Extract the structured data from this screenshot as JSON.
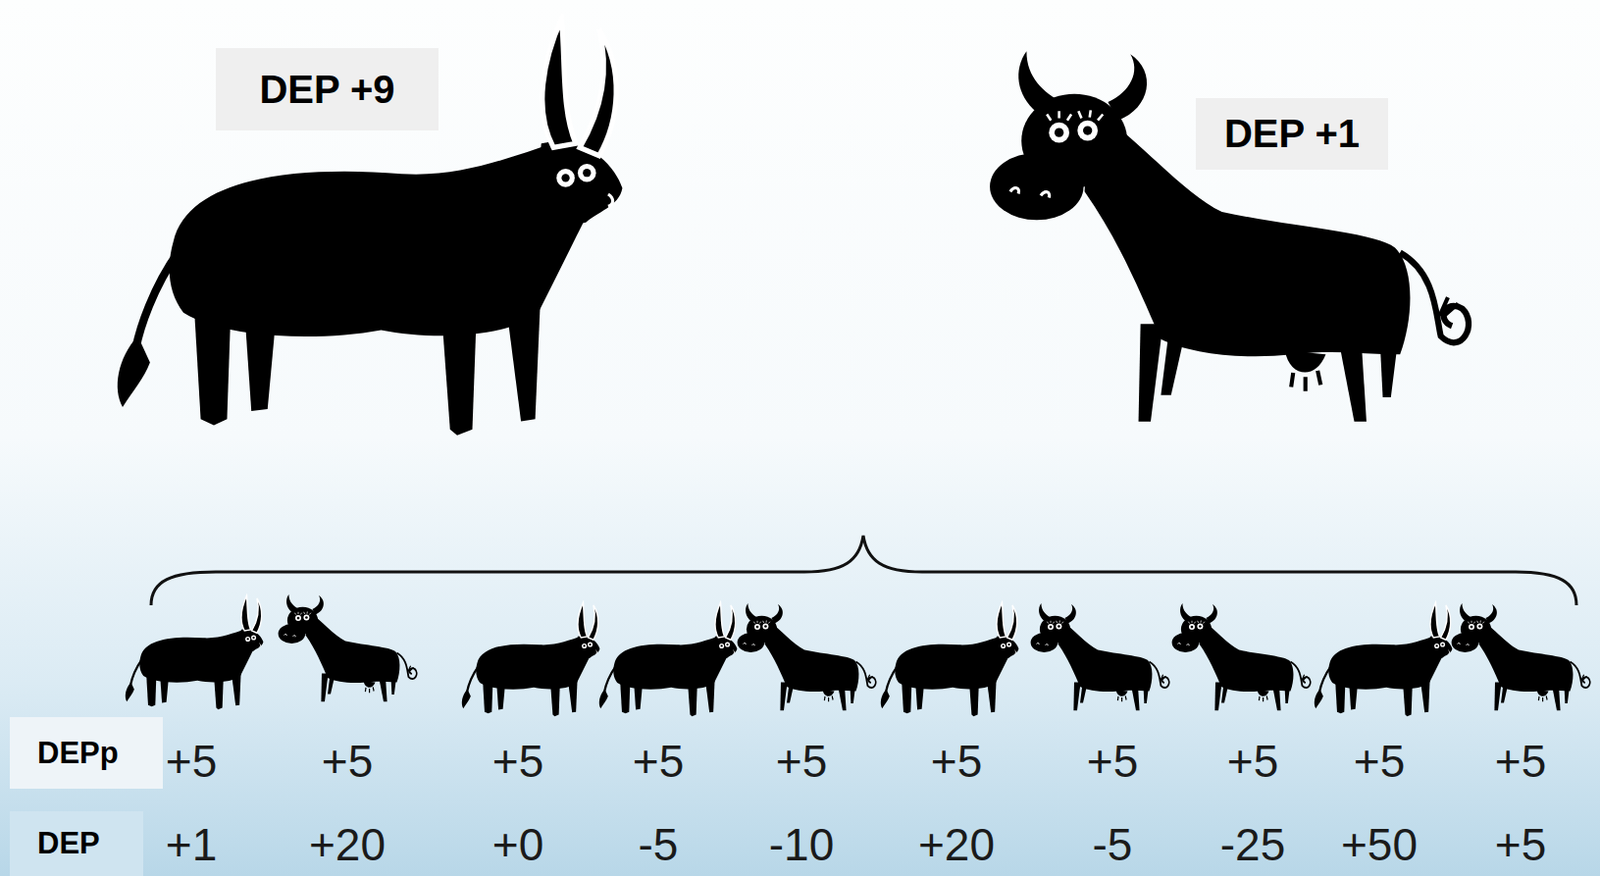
{
  "diagram": {
    "nodes": [
      {
        "text": [
          "DEP +9"
        ]
      },
      {
        "text": [
          "DEP +1"
        ]
      },
      {
        "text": [
          "DEPp"
        ]
      },
      {
        "text": [
          "DEP"
        ]
      }
    ],
    "labels": [
      "+5",
      "+5",
      "+5",
      "+5",
      "+5",
      "+5",
      "+5",
      "+5",
      "+5",
      "+5",
      "+1",
      "+20",
      "+0",
      "-5",
      "-10",
      "+20",
      "-5",
      "-25",
      "+50",
      "+5"
    ]
  }
}
